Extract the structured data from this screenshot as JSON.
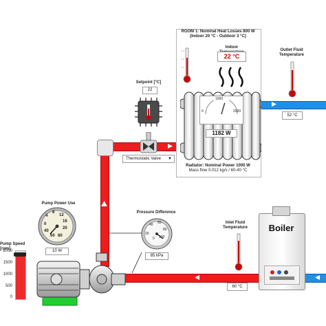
{
  "room": {
    "title_line1": "ROOM 1: Nominal Heat Losses 800 W",
    "title_line2": "(Indoor 20 °C - Outdoor 3 °C)",
    "indoor_temp_label": "Indoor Temperature",
    "indoor_temp_value": "22 °C"
  },
  "radiator": {
    "power_value": "1182 W",
    "gauge_ticks": [
      "0",
      "1000",
      "2000"
    ],
    "footer_line1": "Radiator: Nominal Power 1000 W",
    "footer_line2": "Mass flow 0.012 kg/s / 60-40 °C",
    "power_level": 0.59
  },
  "setpoint": {
    "label": "Setpoint [°C]",
    "value": "22"
  },
  "valve": {
    "selected": "Thermostatic Valve"
  },
  "outlet": {
    "label_line1": "Outlet Fluid",
    "label_line2": "Temperature",
    "value": "52 °C"
  },
  "inlet": {
    "label_line1": "Inlet Fluid",
    "label_line2": "Temperature",
    "value": "60 °C"
  },
  "pump": {
    "power_label": "Pump Power Use",
    "power_value": "10 W",
    "gauge_ticks": [
      "0",
      "4",
      "8",
      "12",
      "16",
      "20",
      "40",
      "60",
      "80"
    ],
    "speed_label": "Pump Speed [rpm]",
    "speed_ticks": [
      "2000",
      "1500",
      "1000",
      "500",
      "0"
    ],
    "speed_level": 0.93
  },
  "pressure": {
    "label": "Pressure Difference",
    "value": "85 kPa",
    "gauge_ticks": [
      "20",
      "40",
      "60",
      "80",
      "100",
      "0"
    ]
  },
  "boiler": {
    "label": "Boiler"
  },
  "colors": {
    "supply": "#ee1c1c",
    "return": "#1f8fe8",
    "accent": "#cc0000"
  }
}
